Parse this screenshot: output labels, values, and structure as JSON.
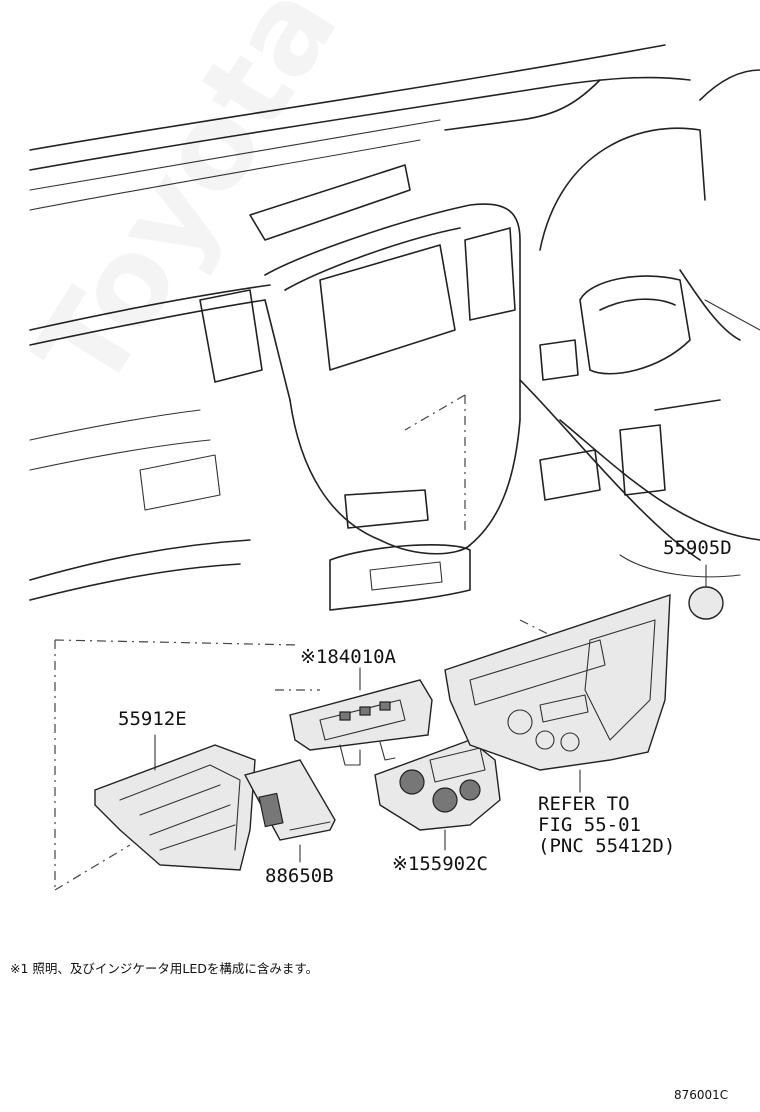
{
  "labels": {
    "part_55905D": "55905D",
    "part_84010A": "※184010A",
    "part_55912E": "55912E",
    "part_88650B": "88650B",
    "part_55902C": "※155902C",
    "refer_line1": "REFER TO",
    "refer_line2": "FIG 55-01",
    "refer_line3": "(PNC 55412D)",
    "footnote": "※1 照明、及びインジケータ用LEDを構成に含みます。",
    "figure_code": "876001C"
  },
  "watermark": "ToyotaCarMile.ru"
}
